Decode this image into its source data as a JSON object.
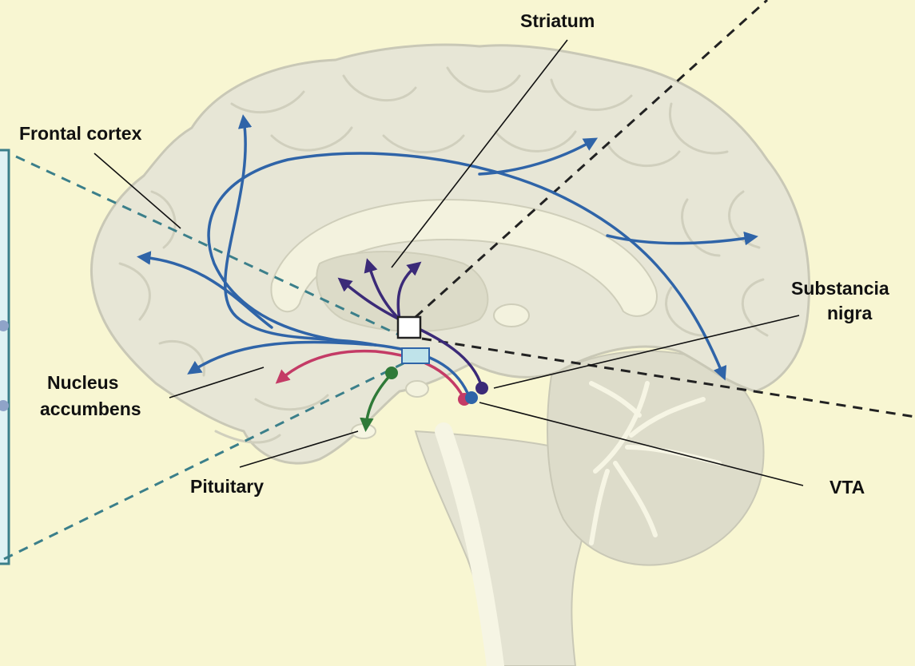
{
  "labels": {
    "striatum": "Striatum",
    "frontal_cortex": "Frontal cortex",
    "substantia_nigra_line1": "Substancia",
    "substantia_nigra_line2": "nigra",
    "nucleus_accumbens_line1": "Nucleus",
    "nucleus_accumbens_line2": "accumbens",
    "pituitary": "Pituitary",
    "vta": "VTA"
  },
  "colors": {
    "background": "#f8f6d2",
    "brain_fill": "#e7e6d6",
    "brain_outline": "#c9c8b6",
    "mesocortical_pathway": "#2f64a8",
    "mesolimbic_pathway": "#c43b66",
    "nigrostriatal_pathway": "#3b2a78",
    "tuberoinfundibular_pathway": "#2f7a38",
    "zoom_left_line": "#3b7f8a",
    "zoom_right_line": "#222222",
    "inset_box": "#bfe3ea",
    "inset_panel": "#dff2f4"
  }
}
